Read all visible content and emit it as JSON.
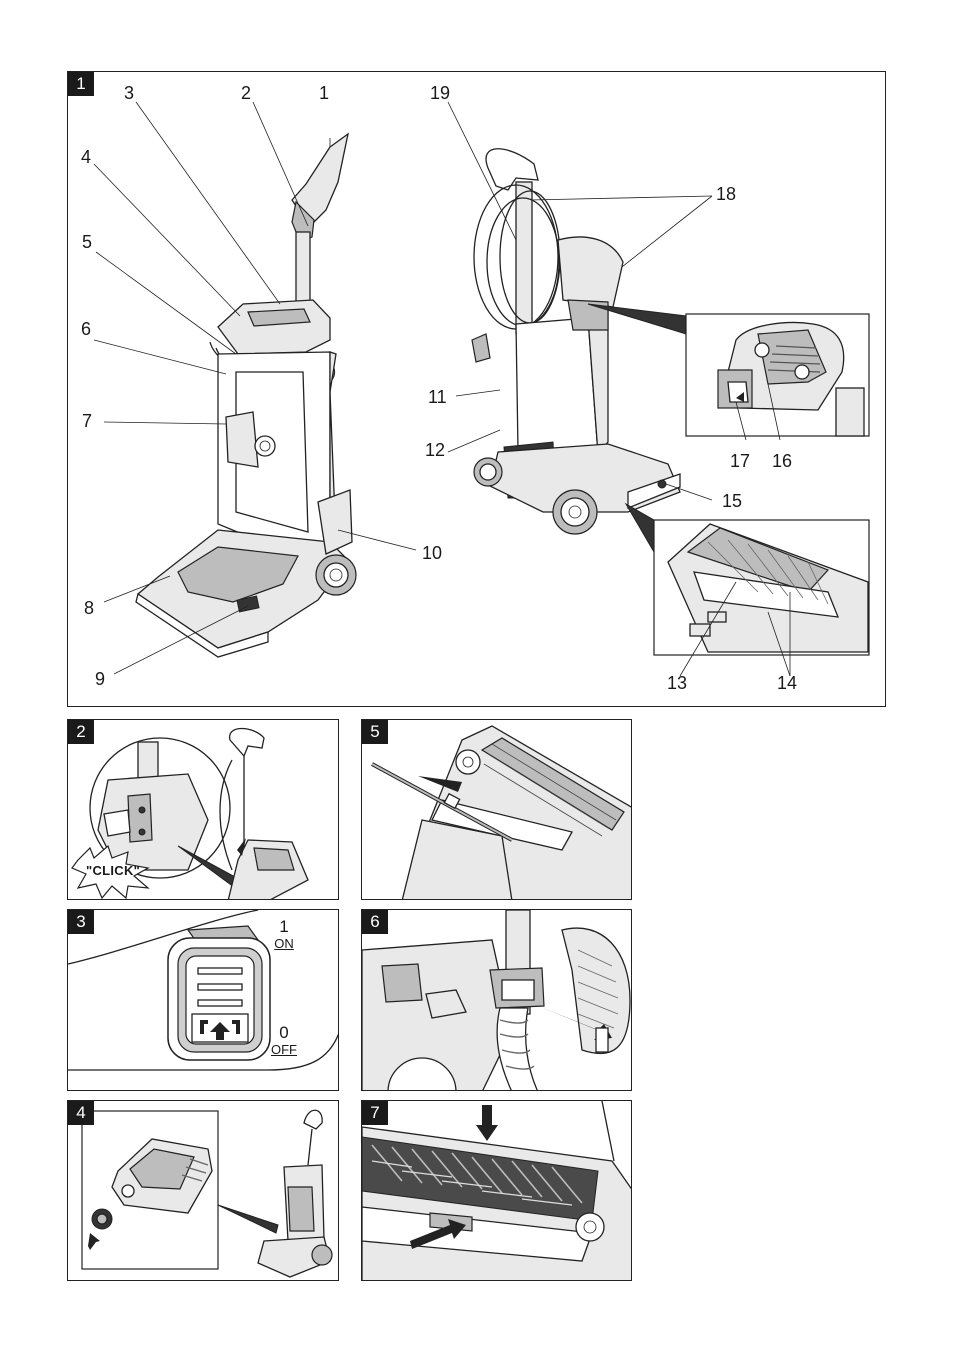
{
  "panels": [
    {
      "id": "1"
    },
    {
      "id": "2"
    },
    {
      "id": "3"
    },
    {
      "id": "4"
    },
    {
      "id": "5"
    },
    {
      "id": "6"
    },
    {
      "id": "7"
    }
  ],
  "callouts": [
    "1",
    "2",
    "3",
    "4",
    "5",
    "6",
    "7",
    "8",
    "9",
    "10",
    "11",
    "12",
    "13",
    "14",
    "15",
    "16",
    "17",
    "18",
    "19"
  ],
  "panel2": {
    "click_text": "\"CLICK\""
  },
  "panel3": {
    "on_number": "1",
    "on_label": "ON",
    "off_number": "0",
    "off_label": "OFF"
  },
  "icons": [
    "upright-cleaner-front-illustration",
    "upright-cleaner-back-illustration",
    "cable-hook-detail",
    "brush-roller-detail",
    "click-burst-icon",
    "power-switch-icon",
    "arrow-icon"
  ]
}
